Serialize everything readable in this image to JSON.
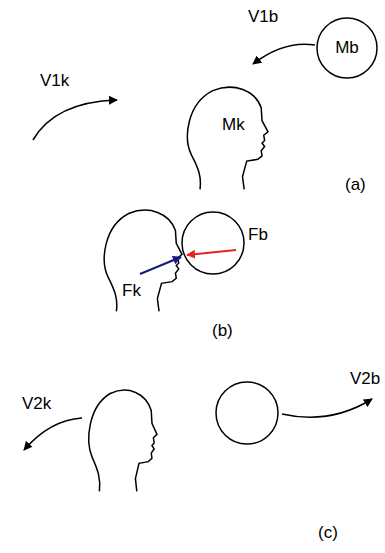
{
  "diagram": {
    "nodes": [
      {
        "text": [
          "Mb"
        ]
      },
      {
        "text": [
          "Mk"
        ]
      }
    ],
    "labels": [
      "V1b",
      "V1k",
      "(a)",
      "Fk",
      "Fb",
      "(b)",
      "V2k",
      "V2b",
      "(c)"
    ]
  }
}
